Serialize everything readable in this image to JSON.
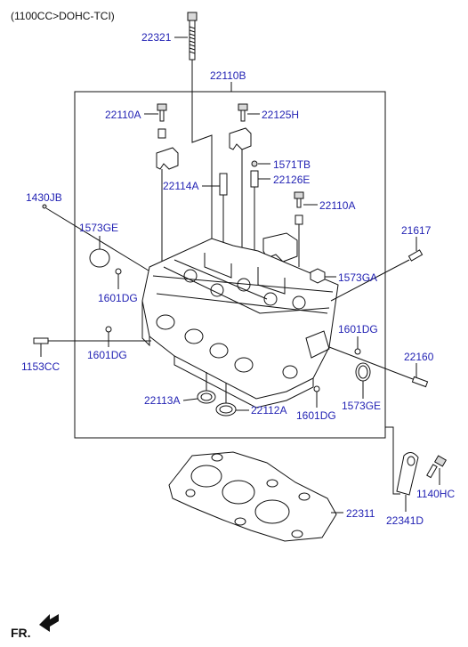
{
  "header": {
    "engine_spec": "(1100CC>DOHC-TCI)"
  },
  "footer": {
    "front_label": "FR."
  },
  "callouts": {
    "c22321": "22321",
    "c22110B": "22110B",
    "c22110A_top": "22110A",
    "c22125H": "22125H",
    "c1571TB": "1571TB",
    "c22126E": "22126E",
    "c22114A": "22114A",
    "c22110A_right": "22110A",
    "c1430JB": "1430JB",
    "c1573GE_left": "1573GE",
    "c1601DG_left_upper": "1601DG",
    "c1601DG_left_lower": "1601DG",
    "c21617": "21617",
    "c1573GA": "1573GA",
    "c1601DG_right_upper": "1601DG",
    "c1153CC": "1153CC",
    "c22160": "22160",
    "c22113A": "22113A",
    "c22112A": "22112A",
    "c1601DG_right_lower": "1601DG",
    "c1573GE_right": "1573GE",
    "c1140HC": "1140HC",
    "c22311": "22311",
    "c22341D": "22341D"
  }
}
